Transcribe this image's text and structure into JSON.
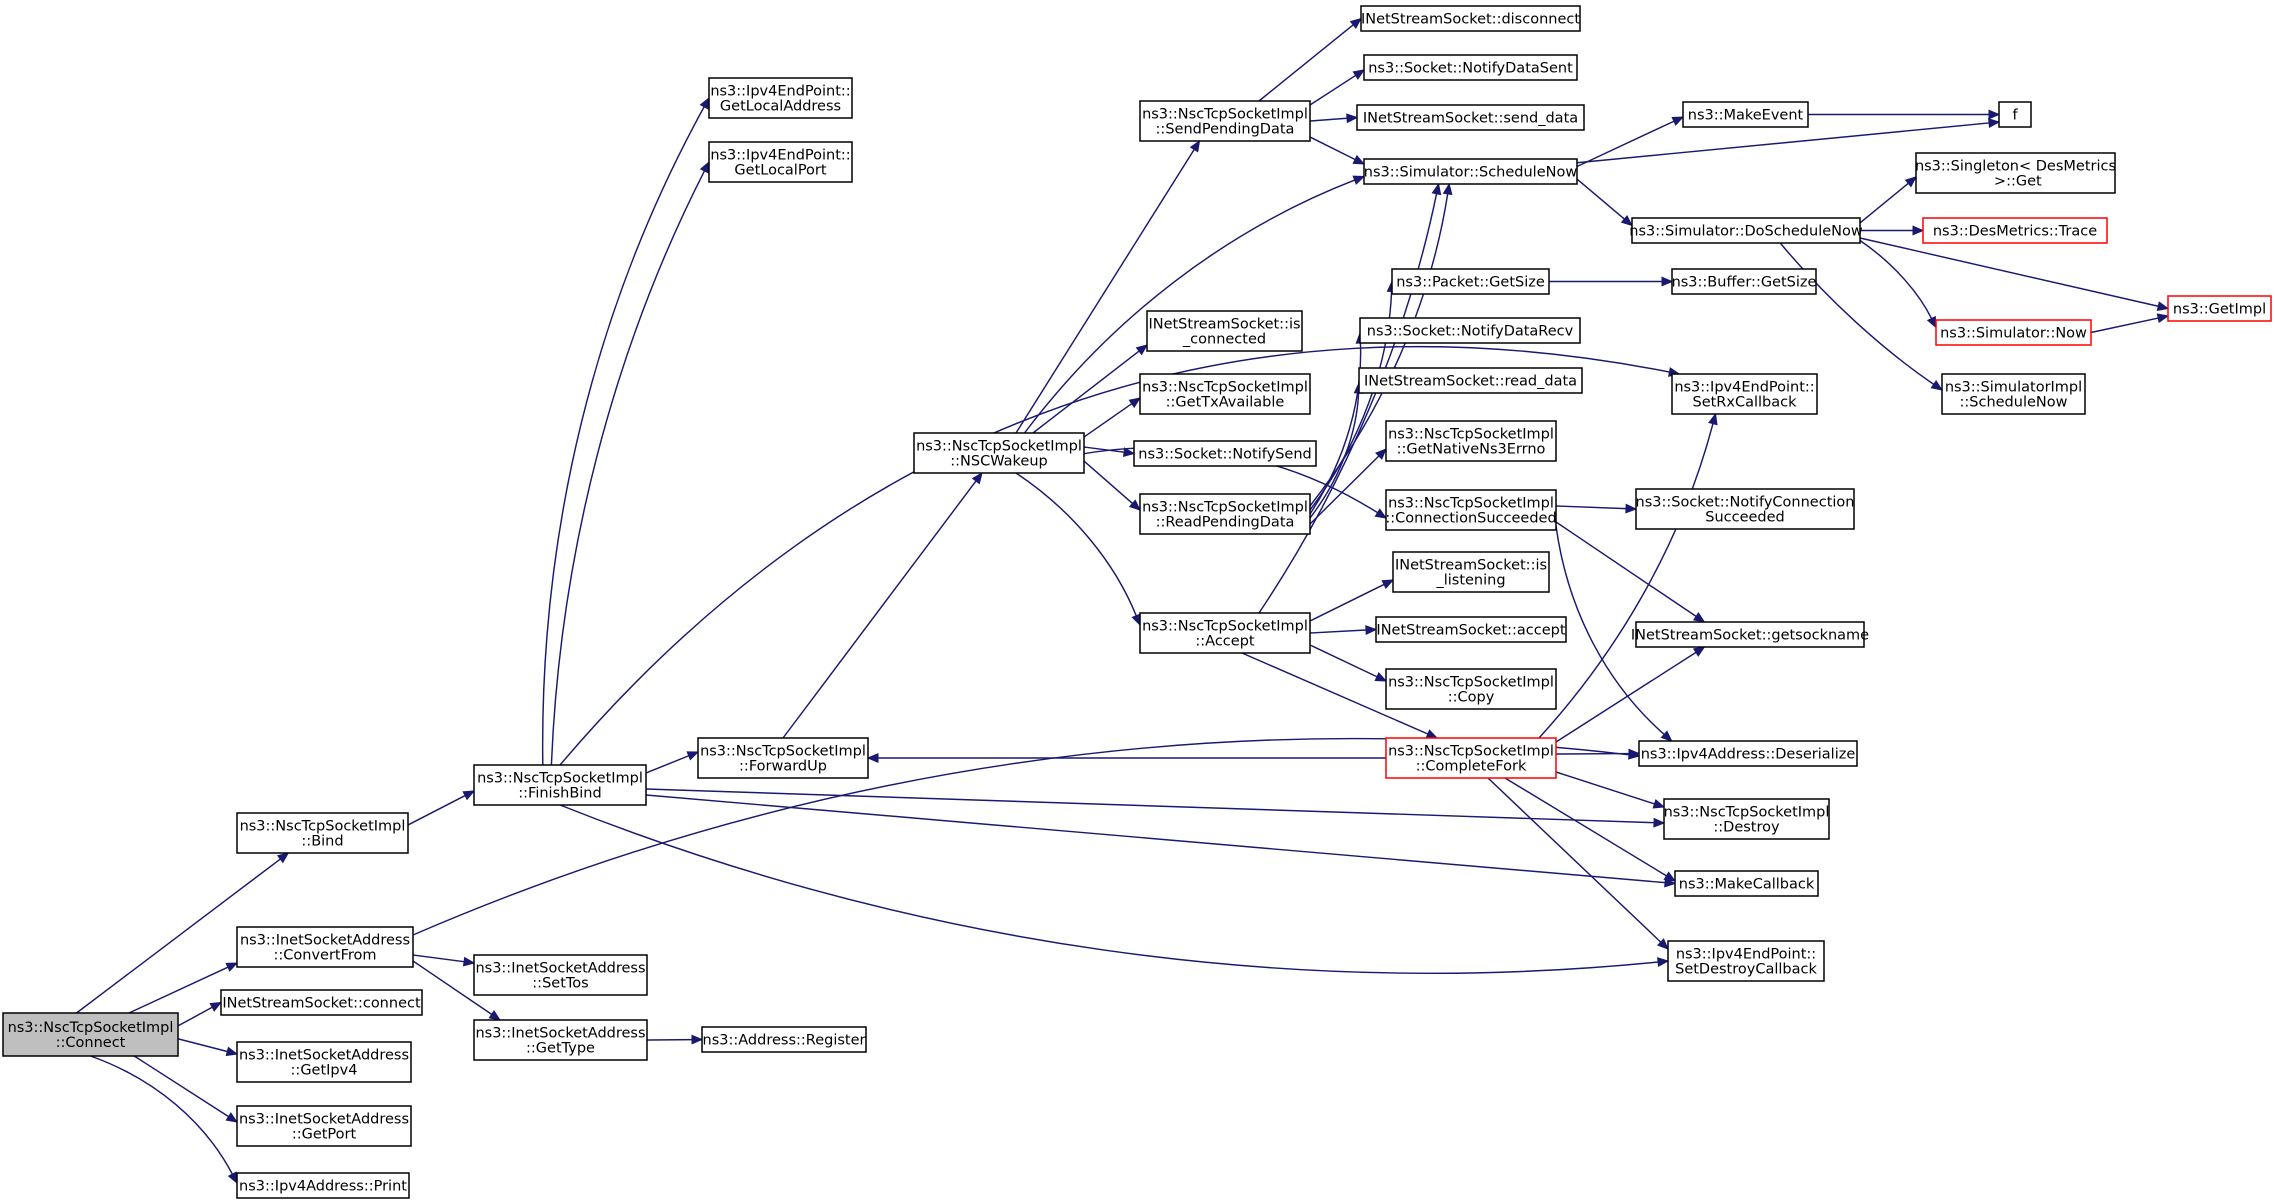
{
  "graph": {
    "title": "",
    "colors": {
      "edge": "#191970",
      "node_border": "#000000",
      "node_fill": "#ffffff",
      "root_fill": "#bfbfbf",
      "truncated_border": "#ff0000"
    },
    "nodes": [
      {
        "id": "connect",
        "lines": [
          "ns3::NscTcpSocketImpl",
          "::Connect"
        ],
        "root": true
      },
      {
        "id": "bind",
        "lines": [
          "ns3::NscTcpSocketImpl",
          "::Bind"
        ]
      },
      {
        "id": "convertfrom",
        "lines": [
          "ns3::InetSocketAddress",
          "::ConvertFrom"
        ]
      },
      {
        "id": "inet_connect",
        "lines": [
          "INetStreamSocket::connect"
        ]
      },
      {
        "id": "getipv4",
        "lines": [
          "ns3::InetSocketAddress",
          "::GetIpv4"
        ]
      },
      {
        "id": "getport",
        "lines": [
          "ns3::InetSocketAddress",
          "::GetPort"
        ]
      },
      {
        "id": "ipv4print",
        "lines": [
          "ns3::Ipv4Address::Print"
        ]
      },
      {
        "id": "finishbind",
        "lines": [
          "ns3::NscTcpSocketImpl",
          "::FinishBind"
        ]
      },
      {
        "id": "settos",
        "lines": [
          "ns3::InetSocketAddress",
          "::SetTos"
        ]
      },
      {
        "id": "gettype",
        "lines": [
          "ns3::InetSocketAddress",
          "::GetType"
        ]
      },
      {
        "id": "register",
        "lines": [
          "ns3::Address::Register"
        ]
      },
      {
        "id": "getlocaladdress",
        "lines": [
          "ns3::Ipv4EndPoint::",
          "GetLocalAddress"
        ]
      },
      {
        "id": "getlocalport",
        "lines": [
          "ns3::Ipv4EndPoint::",
          "GetLocalPort"
        ]
      },
      {
        "id": "forwardup",
        "lines": [
          "ns3::NscTcpSocketImpl",
          "::ForwardUp"
        ]
      },
      {
        "id": "nscwakeup",
        "lines": [
          "ns3::NscTcpSocketImpl",
          "::NSCWakeup"
        ]
      },
      {
        "id": "sendpending",
        "lines": [
          "ns3::NscTcpSocketImpl",
          "::SendPendingData"
        ]
      },
      {
        "id": "is_connected",
        "lines": [
          "INetStreamSocket::is",
          "_connected"
        ]
      },
      {
        "id": "gettxavailable",
        "lines": [
          "ns3::NscTcpSocketImpl",
          "::GetTxAvailable"
        ]
      },
      {
        "id": "notifysend",
        "lines": [
          "ns3::Socket::NotifySend"
        ]
      },
      {
        "id": "readpending",
        "lines": [
          "ns3::NscTcpSocketImpl",
          "::ReadPendingData"
        ]
      },
      {
        "id": "accept",
        "lines": [
          "ns3::NscTcpSocketImpl",
          "::Accept"
        ]
      },
      {
        "id": "completefork",
        "lines": [
          "ns3::NscTcpSocketImpl",
          "::CompleteFork"
        ],
        "truncated": true
      },
      {
        "id": "disconnect",
        "lines": [
          "INetStreamSocket::disconnect"
        ]
      },
      {
        "id": "notifydatasent",
        "lines": [
          "ns3::Socket::NotifyDataSent"
        ]
      },
      {
        "id": "send_data",
        "lines": [
          "INetStreamSocket::send_data"
        ]
      },
      {
        "id": "schedulenow",
        "lines": [
          "ns3::Simulator::ScheduleNow"
        ]
      },
      {
        "id": "packetgetsize",
        "lines": [
          "ns3::Packet::GetSize"
        ]
      },
      {
        "id": "notifydatarecv",
        "lines": [
          "ns3::Socket::NotifyDataRecv"
        ]
      },
      {
        "id": "read_data",
        "lines": [
          "INetStreamSocket::read_data"
        ]
      },
      {
        "id": "getnativeerrno",
        "lines": [
          "ns3::NscTcpSocketImpl",
          "::GetNativeNs3Errno"
        ]
      },
      {
        "id": "connsucceeded",
        "lines": [
          "ns3::NscTcpSocketImpl",
          "::ConnectionSucceeded"
        ]
      },
      {
        "id": "is_listening",
        "lines": [
          "INetStreamSocket::is",
          "_listening"
        ]
      },
      {
        "id": "inet_accept",
        "lines": [
          "INetStreamSocket::accept"
        ]
      },
      {
        "id": "copy",
        "lines": [
          "ns3::NscTcpSocketImpl",
          "::Copy"
        ]
      },
      {
        "id": "makeevent",
        "lines": [
          "ns3::MakeEvent"
        ]
      },
      {
        "id": "f",
        "lines": [
          "f"
        ]
      },
      {
        "id": "doschedulenow",
        "lines": [
          "ns3::Simulator::DoScheduleNow"
        ]
      },
      {
        "id": "buffergetsize",
        "lines": [
          "ns3::Buffer::GetSize"
        ]
      },
      {
        "id": "setrxcallback",
        "lines": [
          "ns3::Ipv4EndPoint::",
          "SetRxCallback"
        ]
      },
      {
        "id": "notifyconnsucceeded",
        "lines": [
          "ns3::Socket::NotifyConnection",
          "Succeeded"
        ]
      },
      {
        "id": "getsockname",
        "lines": [
          "INetStreamSocket::getsockname"
        ]
      },
      {
        "id": "deserialize",
        "lines": [
          "ns3::Ipv4Address::Deserialize"
        ]
      },
      {
        "id": "destroy",
        "lines": [
          "ns3::NscTcpSocketImpl",
          "::Destroy"
        ]
      },
      {
        "id": "makecallback",
        "lines": [
          "ns3::MakeCallback"
        ]
      },
      {
        "id": "setdestroycallback",
        "lines": [
          "ns3::Ipv4EndPoint::",
          "SetDestroyCallback"
        ]
      },
      {
        "id": "singleton",
        "lines": [
          "ns3::Singleton< DesMetrics",
          " >::Get"
        ]
      },
      {
        "id": "desmetricstrace",
        "lines": [
          "ns3::DesMetrics::Trace"
        ],
        "truncated": true
      },
      {
        "id": "simnow",
        "lines": [
          "ns3::Simulator::Now"
        ],
        "truncated": true
      },
      {
        "id": "simimplschedulenow",
        "lines": [
          "ns3::SimulatorImpl",
          "::ScheduleNow"
        ]
      },
      {
        "id": "getimpl",
        "lines": [
          "ns3::GetImpl"
        ],
        "truncated": true
      }
    ],
    "edges": [
      [
        "connect",
        "bind"
      ],
      [
        "connect",
        "convertfrom"
      ],
      [
        "connect",
        "inet_connect"
      ],
      [
        "connect",
        "getipv4"
      ],
      [
        "connect",
        "getport"
      ],
      [
        "connect",
        "ipv4print"
      ],
      [
        "bind",
        "finishbind"
      ],
      [
        "convertfrom",
        "settos"
      ],
      [
        "convertfrom",
        "gettype"
      ],
      [
        "convertfrom",
        "deserialize"
      ],
      [
        "gettype",
        "register"
      ],
      [
        "finishbind",
        "getlocaladdress"
      ],
      [
        "finishbind",
        "getlocalport"
      ],
      [
        "finishbind",
        "forwardup"
      ],
      [
        "finishbind",
        "setrxcallback"
      ],
      [
        "finishbind",
        "destroy"
      ],
      [
        "finishbind",
        "makecallback"
      ],
      [
        "finishbind",
        "setdestroycallback"
      ],
      [
        "forwardup",
        "nscwakeup"
      ],
      [
        "nscwakeup",
        "sendpending"
      ],
      [
        "nscwakeup",
        "schedulenow"
      ],
      [
        "nscwakeup",
        "is_connected"
      ],
      [
        "nscwakeup",
        "gettxavailable"
      ],
      [
        "nscwakeup",
        "notifysend"
      ],
      [
        "nscwakeup",
        "readpending"
      ],
      [
        "nscwakeup",
        "accept"
      ],
      [
        "nscwakeup",
        "connsucceeded"
      ],
      [
        "sendpending",
        "disconnect"
      ],
      [
        "sendpending",
        "notifydatasent"
      ],
      [
        "sendpending",
        "send_data"
      ],
      [
        "sendpending",
        "schedulenow"
      ],
      [
        "readpending",
        "schedulenow"
      ],
      [
        "readpending",
        "packetgetsize"
      ],
      [
        "readpending",
        "notifydatarecv"
      ],
      [
        "readpending",
        "read_data"
      ],
      [
        "readpending",
        "getnativeerrno"
      ],
      [
        "accept",
        "schedulenow"
      ],
      [
        "accept",
        "is_listening"
      ],
      [
        "accept",
        "inet_accept"
      ],
      [
        "accept",
        "copy"
      ],
      [
        "accept",
        "completefork"
      ],
      [
        "completefork",
        "forwardup"
      ],
      [
        "completefork",
        "setrxcallback"
      ],
      [
        "completefork",
        "getsockname"
      ],
      [
        "completefork",
        "deserialize"
      ],
      [
        "completefork",
        "destroy"
      ],
      [
        "completefork",
        "makecallback"
      ],
      [
        "completefork",
        "setdestroycallback"
      ],
      [
        "schedulenow",
        "makeevent"
      ],
      [
        "schedulenow",
        "f"
      ],
      [
        "schedulenow",
        "doschedulenow"
      ],
      [
        "makeevent",
        "f"
      ],
      [
        "packetgetsize",
        "buffergetsize"
      ],
      [
        "connsucceeded",
        "notifyconnsucceeded"
      ],
      [
        "connsucceeded",
        "getsockname"
      ],
      [
        "connsucceeded",
        "deserialize"
      ],
      [
        "doschedulenow",
        "singleton"
      ],
      [
        "doschedulenow",
        "desmetricstrace"
      ],
      [
        "doschedulenow",
        "getimpl"
      ],
      [
        "doschedulenow",
        "simnow"
      ],
      [
        "doschedulenow",
        "simimplschedulenow"
      ],
      [
        "simnow",
        "getimpl"
      ]
    ]
  }
}
